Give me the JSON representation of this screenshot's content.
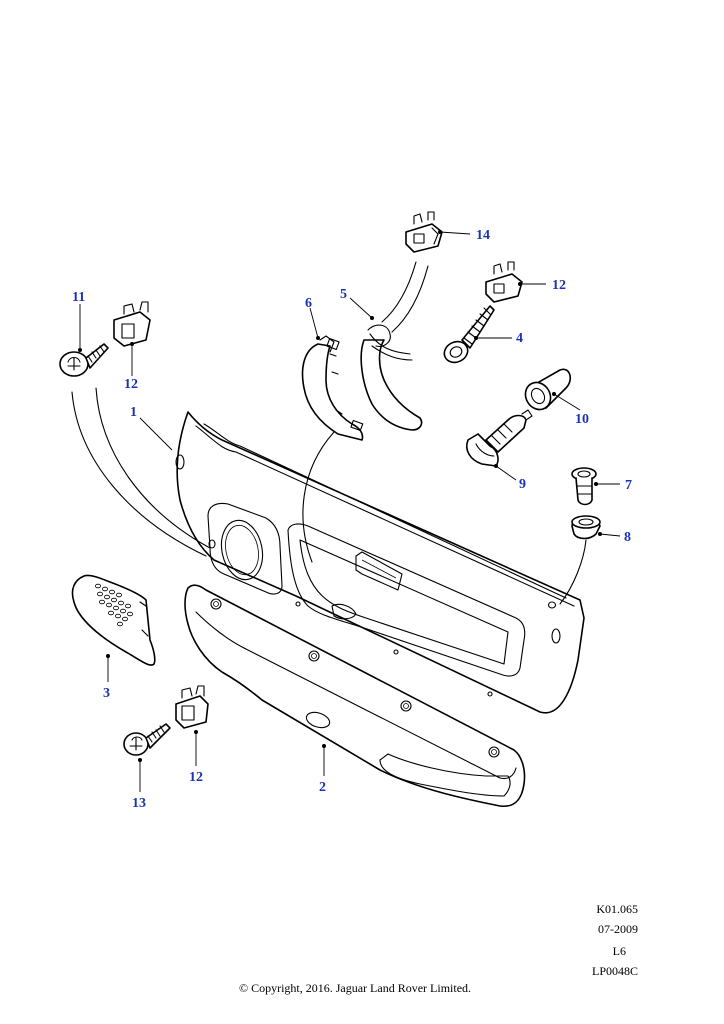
{
  "callouts": [
    "1",
    "2",
    "3",
    "4",
    "5",
    "6",
    "7",
    "8",
    "9",
    "10",
    "11",
    "12",
    "12",
    "12",
    "13",
    "14"
  ],
  "reference": {
    "code": "K01.065",
    "date": "07-2009",
    "variant": "L6",
    "drawing_id": "LP0048C"
  },
  "copyright": "© Copyright, 2016. Jaguar Land Rover Limited.",
  "colors": {
    "callout_text": "#1a33b3",
    "line": "#000000",
    "background": "#ffffff"
  }
}
